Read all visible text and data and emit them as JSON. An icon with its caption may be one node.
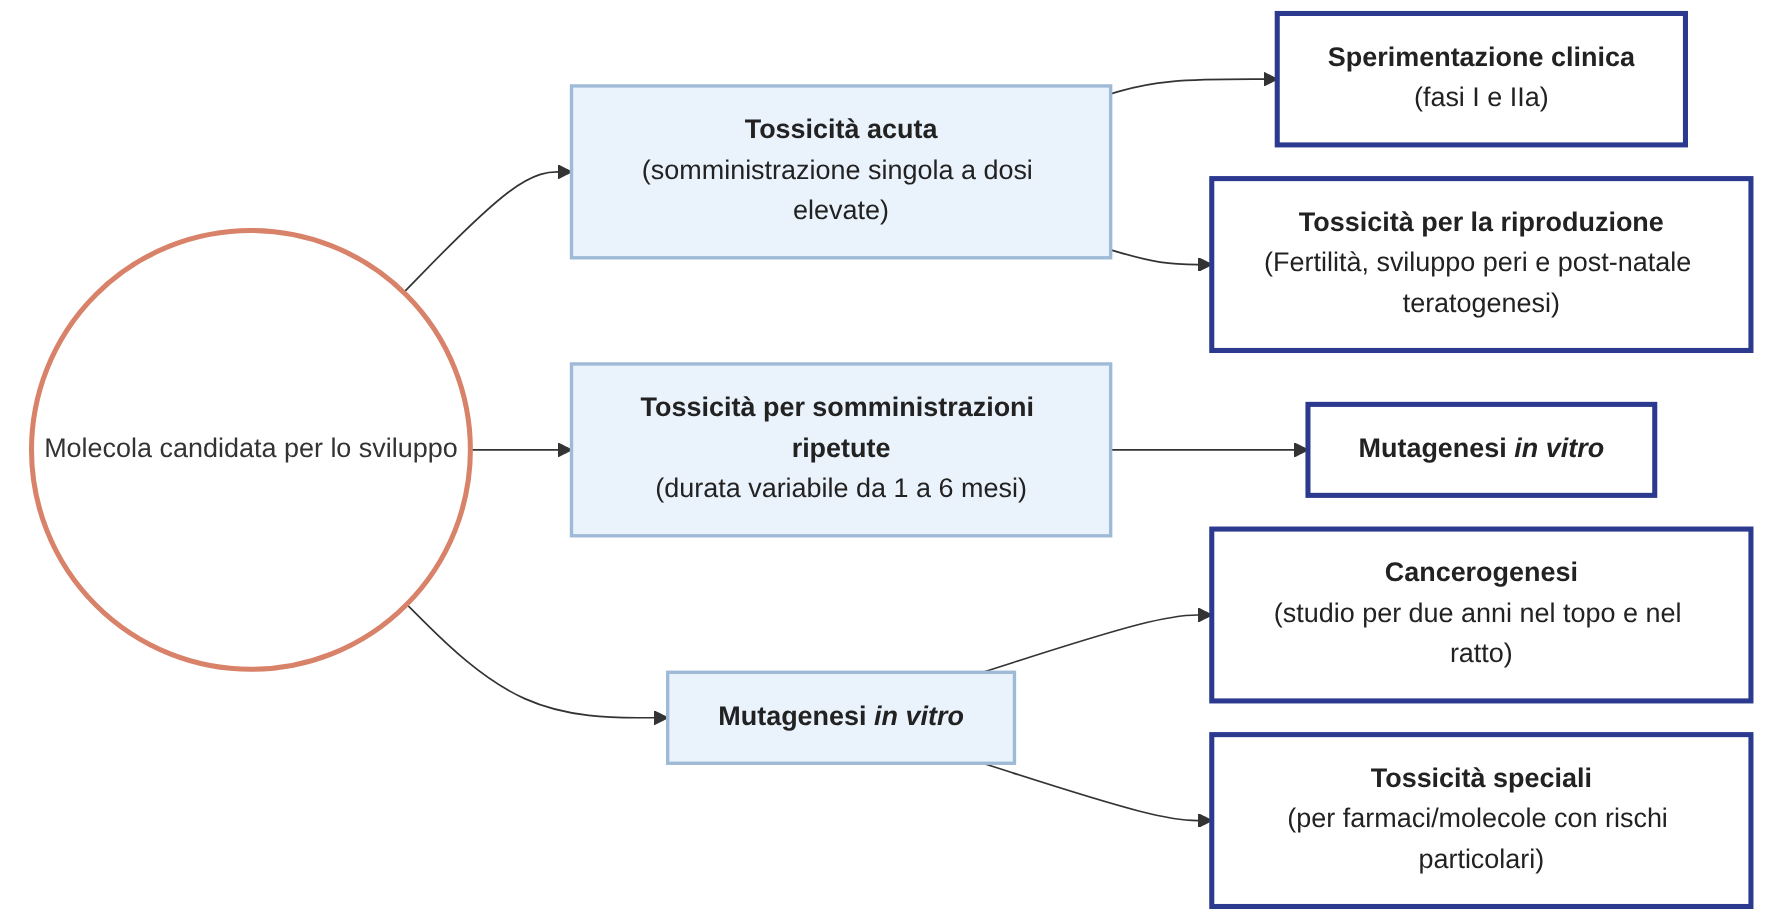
{
  "diagram": {
    "nodes": [
      {
        "text": [
          "Molecola candidata per lo sviluppo"
        ]
      },
      {
        "text": [
          "Tossicità acuta",
          "(somministrazione singola a dosi elevate)"
        ]
      },
      {
        "text": [
          "Tossicità per somministrazioni ripetute",
          "(durata variabile da 1 a 6 mesi)"
        ]
      },
      {
        "text": [
          "Mutagenesi *in vitro*"
        ]
      },
      {
        "text": [
          "Sperimentazione clinica",
          "(fasi I e IIa)"
        ]
      },
      {
        "text": [
          "Tossicità per la riproduzione",
          "(Fertilità, sviluppo peri e post-natale teratogenesi)"
        ]
      },
      {
        "text": [
          "Mutagenesi *in vitro*"
        ]
      },
      {
        "text": [
          "Cancerogenesi",
          "(studio per due anni nel topo e nel ratto)"
        ]
      },
      {
        "text": [
          "Tossicità speciali",
          "(per farmaci/molecole con rischi particolari)"
        ]
      }
    ],
    "edges": [
      {
        "from": 0,
        "to": 1,
        "arrow": "to"
      },
      {
        "from": 0,
        "to": 2,
        "arrow": "to"
      },
      {
        "from": 0,
        "to": 3,
        "arrow": "to"
      },
      {
        "from": 1,
        "to": 4,
        "arrow": "to"
      },
      {
        "from": 1,
        "to": 5,
        "arrow": "to"
      },
      {
        "from": 2,
        "to": 6,
        "arrow": "to"
      },
      {
        "from": 3,
        "to": 7,
        "arrow": "to"
      },
      {
        "from": 3,
        "to": 8,
        "arrow": "to"
      }
    ]
  }
}
